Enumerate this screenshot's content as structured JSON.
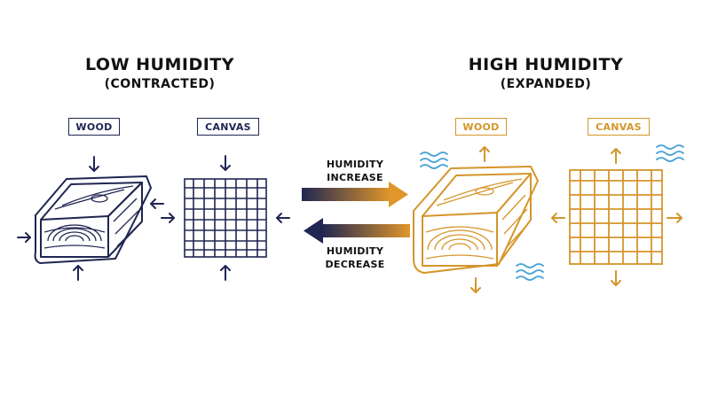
{
  "low": {
    "title": "LOW HUMIDITY",
    "subtitle": "(CONTRACTED)",
    "wood_label": "WOOD",
    "canvas_label": "CANVAS"
  },
  "high": {
    "title": "HIGH HUMIDITY",
    "subtitle": "(EXPANDED)",
    "wood_label": "WOOD",
    "canvas_label": "CANVAS"
  },
  "arrows": {
    "increase": {
      "line1": "HUMIDITY",
      "line2": "INCREASE"
    },
    "decrease": {
      "line1": "HUMIDITY",
      "line2": "DECREASE"
    }
  },
  "colors": {
    "navy": "#1f2652",
    "gold": "#d4952a",
    "water": "#4aa3d6"
  },
  "icons": [
    "contract-arrow-icon",
    "expand-arrow-icon",
    "humidity-wave-icon"
  ]
}
